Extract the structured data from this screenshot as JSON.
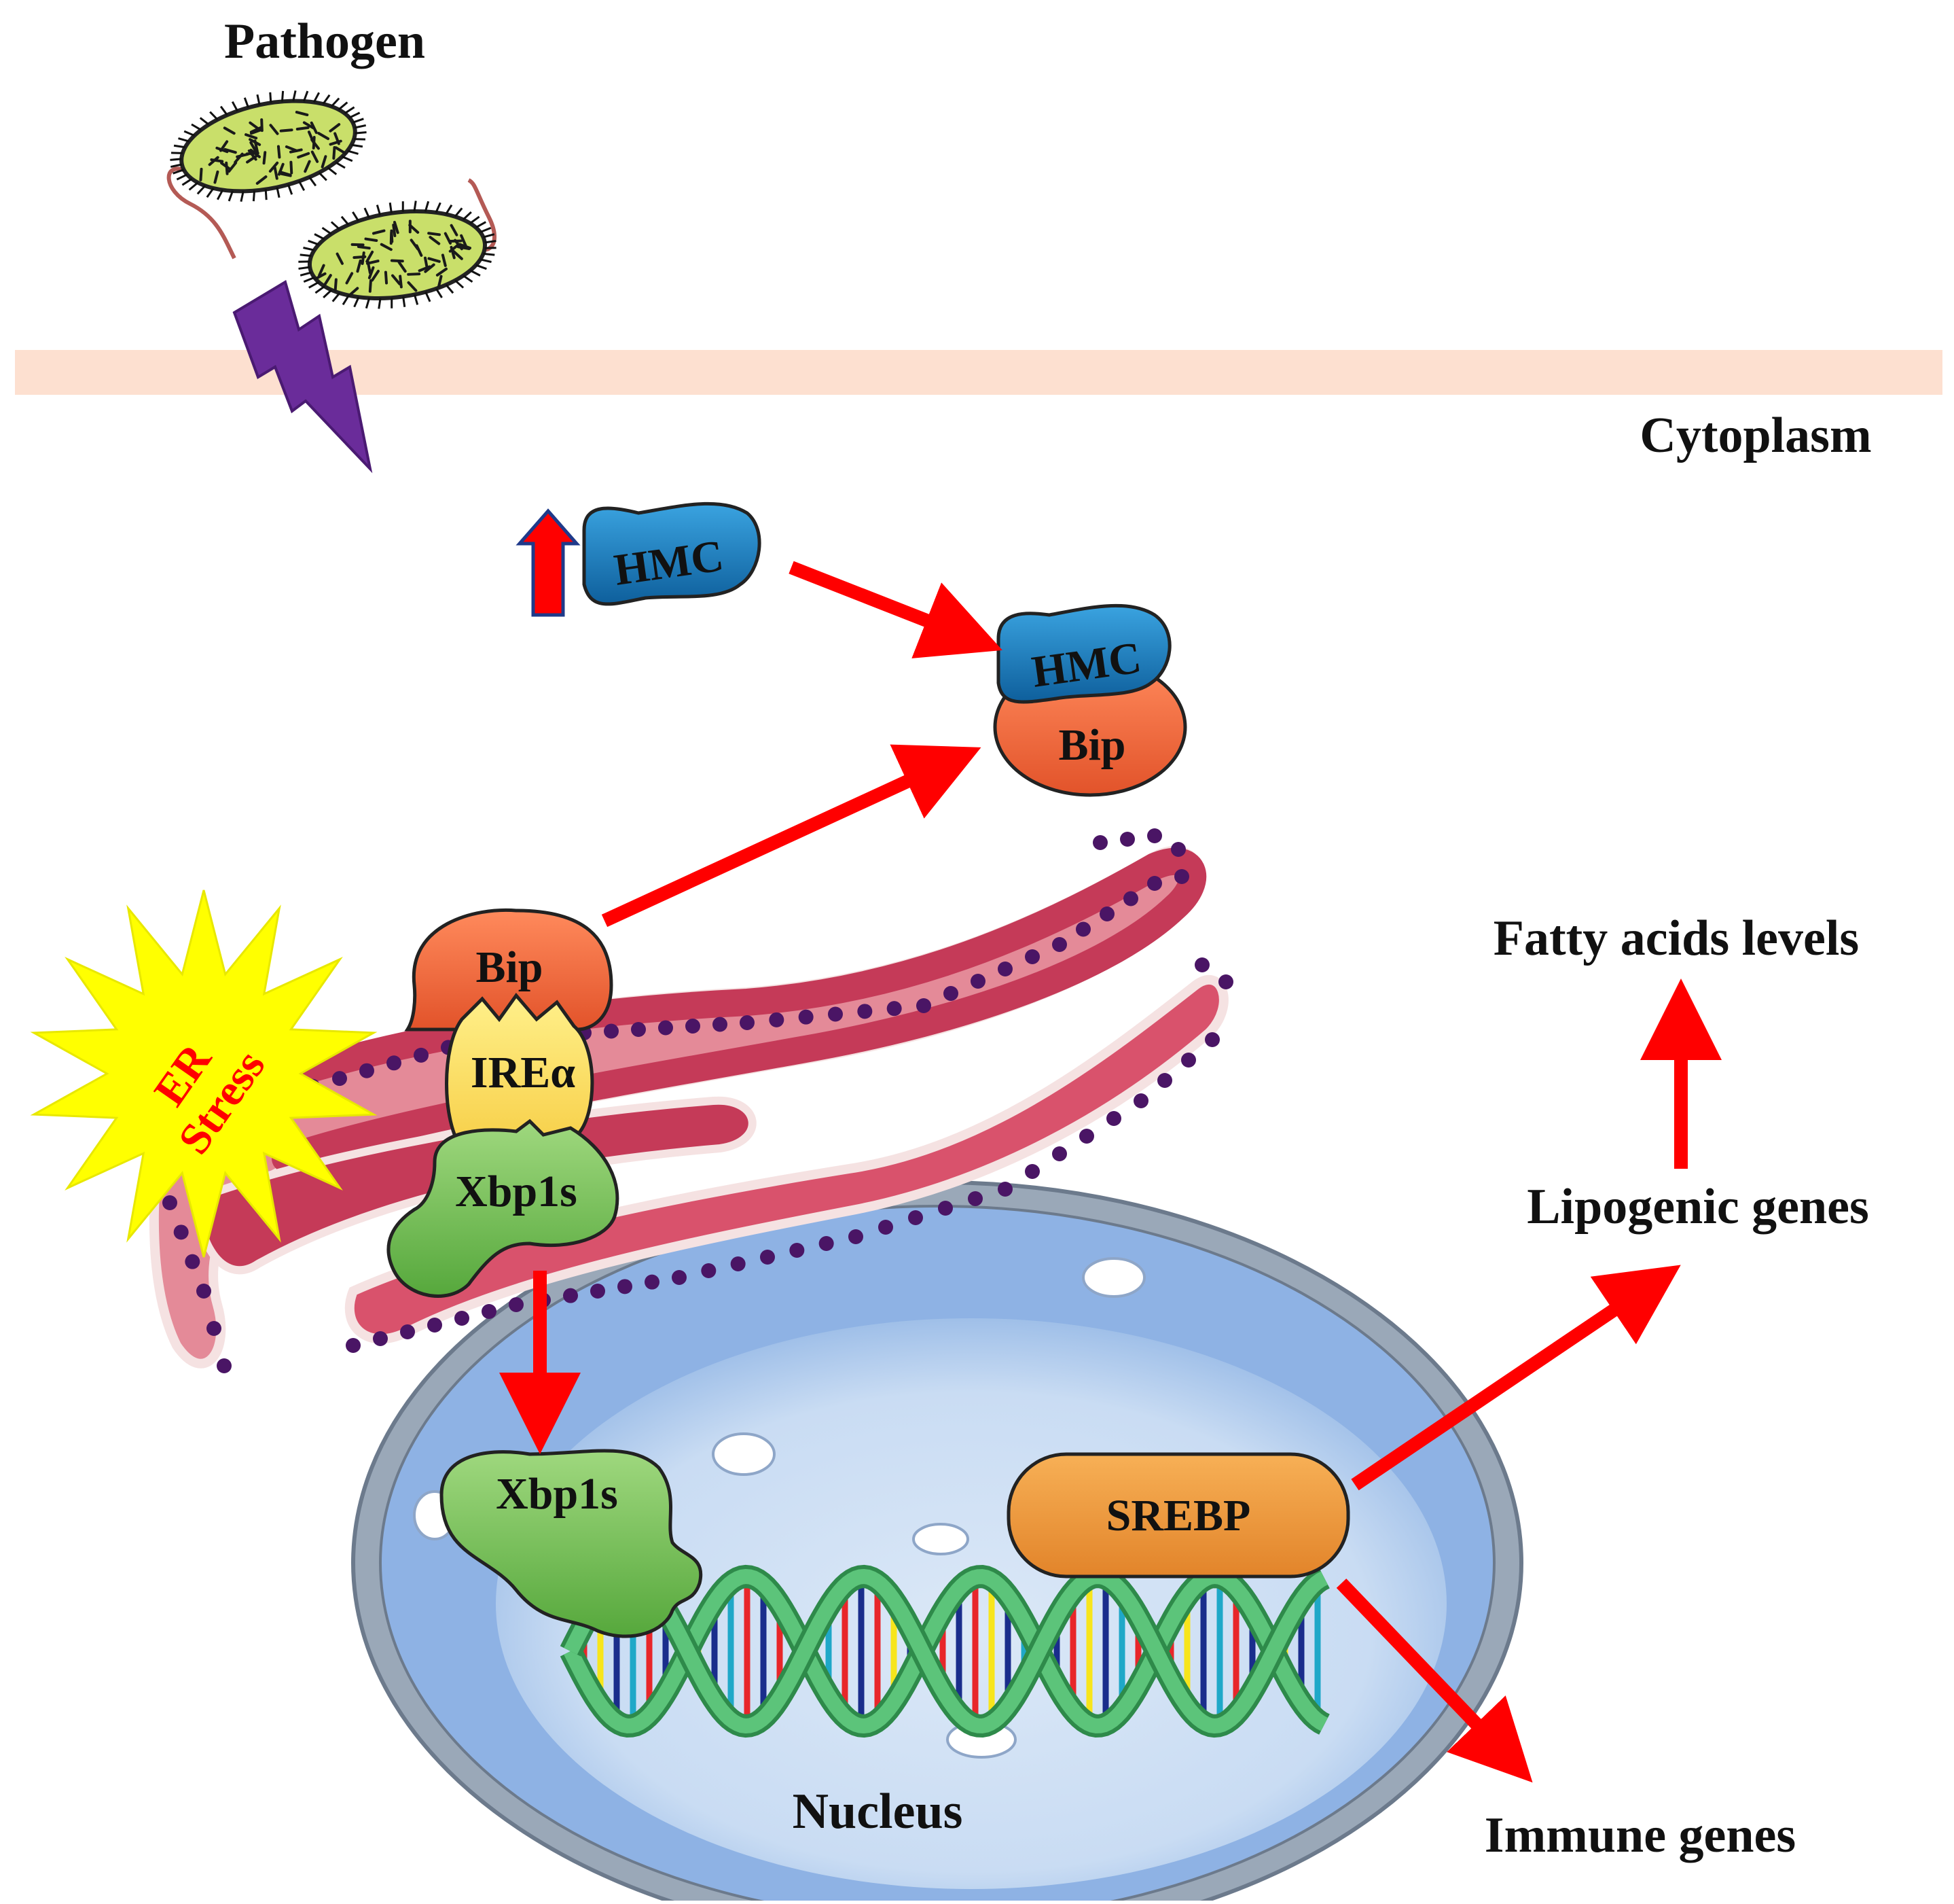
{
  "labels": {
    "pathogen": "Pathogen",
    "cytoplasm": "Cytoplasm",
    "hmc_free": "HMC",
    "hmc_complex": "HMC",
    "bip_complex": "Bip",
    "bip_er": "Bip",
    "ire": "IREα",
    "xbp1s_er": "Xbp1s",
    "xbp1s_nucleus": "Xbp1s",
    "srebp": "SREBP",
    "er_stress_line1": "ER",
    "er_stress_line2": "Stress",
    "nucleus": "Nucleus",
    "fatty_acids": "Fatty acids levels",
    "lipogenic_genes": "Lipogenic genes",
    "immune_genes": "Immune genes"
  },
  "icons": {
    "pathogen": "bacterium-icon",
    "signal": "lightning-bolt-icon",
    "increase": "up-arrow-icon",
    "stress": "starburst-icon",
    "dna": "dna-double-helix-icon"
  },
  "colors": {
    "membrane": "#fde0d0",
    "arrow": "#ff0000",
    "hmc": "#1b7cc0",
    "bip": "#f26a3a",
    "ire": "#fde068",
    "xbp1s": "#7cc45c",
    "srebp": "#f09a3c",
    "er": "#d44a66",
    "nucleus": "#9cc0e8",
    "stress_star": "#ffff00",
    "stress_text": "#ff0000",
    "bolt": "#6a2c9a"
  }
}
